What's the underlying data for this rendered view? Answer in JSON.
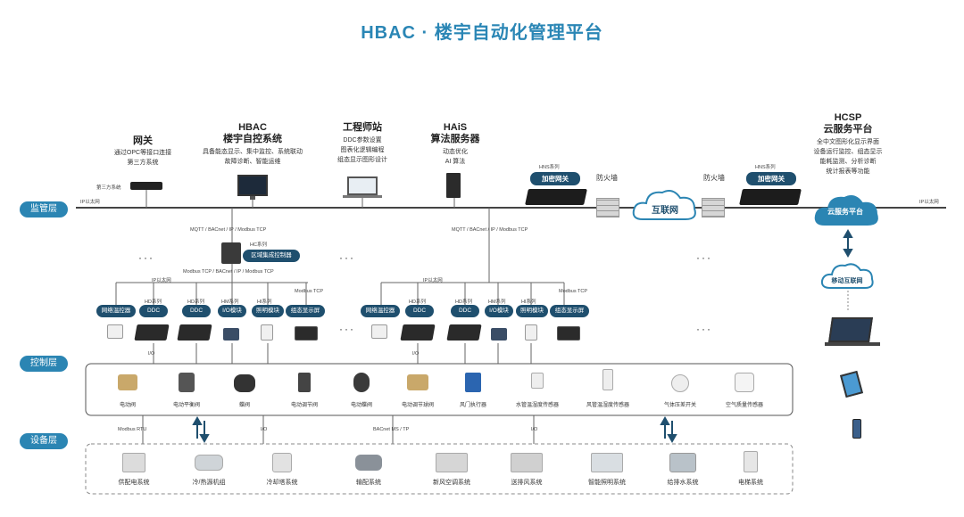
{
  "title": "HBAC · 楼宇自动化管理平台",
  "layers": {
    "monitor": "监管层",
    "control": "控制层",
    "equipment": "设备层"
  },
  "top_systems": {
    "gateway": {
      "name": "网关",
      "desc1": "通过OPC等接口连接",
      "desc2": "第三方系统",
      "device_label": "第三方系统"
    },
    "hbac": {
      "name1": "HBAC",
      "name2": "楼宇自控系统",
      "desc1": "具备能态显示、集中监控、系统联动",
      "desc2": "故障诊断、智能运维"
    },
    "eng": {
      "name": "工程师站",
      "desc1": "DDC参数设置",
      "desc2": "图表化逻辑编程",
      "desc3": "组态显示图形设计"
    },
    "hais": {
      "name1": "HAiS",
      "name2": "算法服务器",
      "desc1": "动态优化",
      "desc2": "AI 算法"
    },
    "hcsp": {
      "name1": "HCSP",
      "name2": "云服务平台",
      "desc1": "全中文图形化显示界面",
      "desc2": "设备运行监控、组态显示",
      "desc3": "能耗监测、分析诊断",
      "desc4": "统计报表等功能"
    }
  },
  "network": {
    "lan_left": "IP以太网",
    "lan_right": "IP以太网",
    "hns_left": "HNS系列",
    "hns_right": "HNS系列",
    "encrypt_gateway": "加密网关",
    "firewall": "防火墙",
    "internet": "互联网",
    "cloud_platform": "云服务平台",
    "mobile_internet": "移动互联网",
    "protocol_mqtt": "MQTT / BACnet / IP / Modbus TCP",
    "protocol_modbus_tcp": "Modbus TCP / BACnet / IP / Modbus TCP",
    "ip_ethernet": "IP以太网",
    "hc_series": "HC系列",
    "area_controller": "区域集成控制器",
    "ellipsis": "···"
  },
  "controller_groups": {
    "series_hd": "HD系列",
    "series_hm": "HM系列",
    "series_hi": "HI系列",
    "modbus_tcp": "Modbus TCP",
    "pills": [
      "网络温控器",
      "DDC",
      "DDC",
      "I/O模块",
      "照明模块",
      "组态显示屏"
    ]
  },
  "control_devices": [
    "电动阀",
    "电动平衡阀",
    "蝶阀",
    "电动调节阀",
    "电动蝶阀",
    "电动调节球阀",
    "风门执行器",
    "水管温湿度传感器",
    "风管温湿度传感器",
    "气体压差开关",
    "空气质量传感器"
  ],
  "bus_labels": {
    "modbus_rtu": "Modbus RTU",
    "bacnet_mstp": "BACnet MS / TP",
    "io": "I/O"
  },
  "equipment": [
    "供配电系统",
    "冷/热源机组",
    "冷却塔系统",
    "输配系统",
    "新风空调系统",
    "送排风系统",
    "智能照明系统",
    "给排水系统",
    "电梯系统"
  ],
  "colors": {
    "accent": "#2b85b3",
    "dark": "#1f4f6e",
    "title": "#2a86b5"
  }
}
